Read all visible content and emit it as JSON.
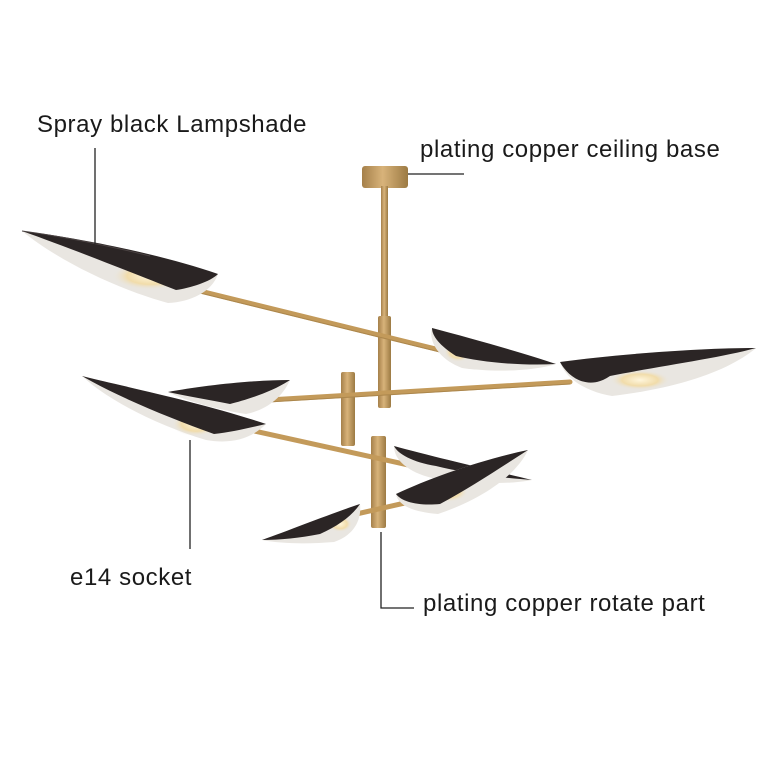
{
  "labels": {
    "lampshade": "Spray black Lampshade",
    "ceiling_base": "plating copper ceiling base",
    "socket": "e14 socket",
    "rotate_part": "plating copper rotate part"
  },
  "colors": {
    "brass": "#c39a5a",
    "brass_dark": "#9c7a43",
    "shade_black": "#2b2525",
    "shade_inner": "#e9e6e1",
    "glow": "#f4e3b8",
    "leader_line": "#222222",
    "text": "#1a1a1a"
  },
  "image": {
    "subject": "chandelier",
    "shade_count": 8
  }
}
